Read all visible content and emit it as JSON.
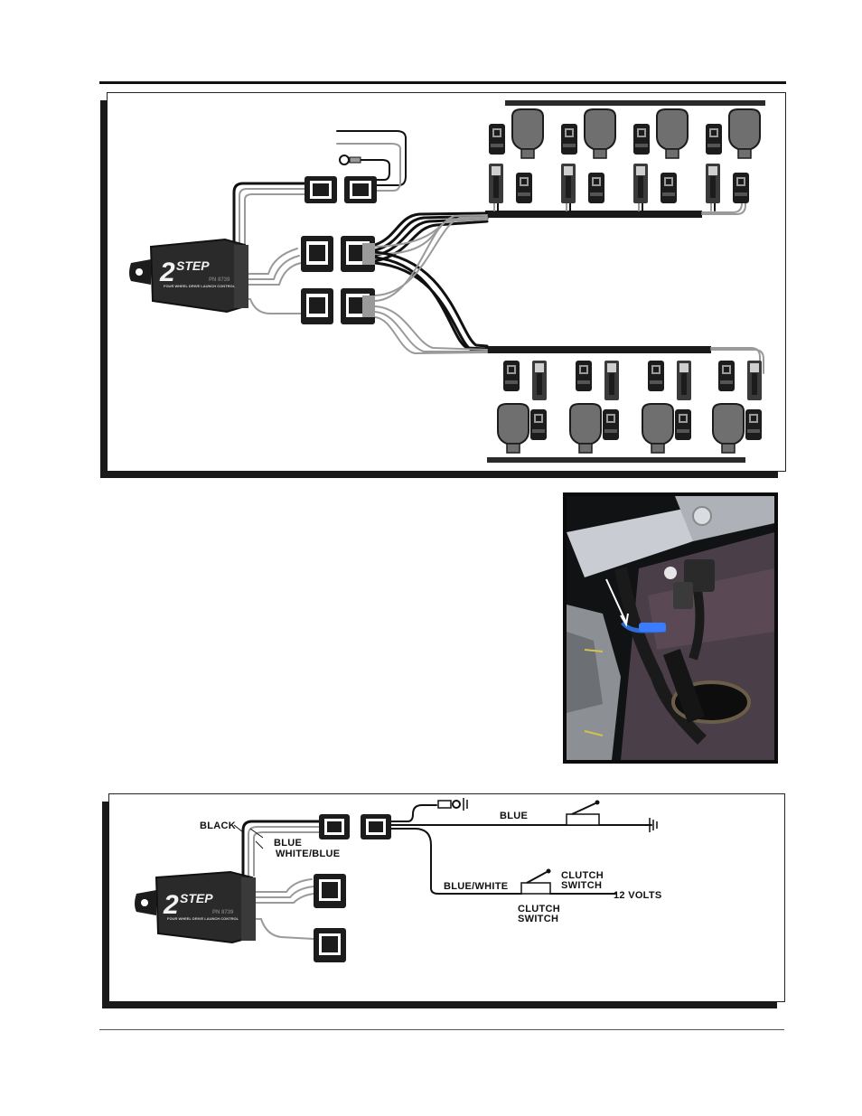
{
  "diagram_top": {
    "module": {
      "logo_digit": "2",
      "logo_word": "STEP",
      "subtitle": "FOUR WHEEL DRIVE LAUNCH CONTROL",
      "part_number": "PN 8739"
    }
  },
  "diagram_bottom": {
    "module": {
      "logo_digit": "2",
      "logo_word": "STEP",
      "subtitle": "FOUR WHEEL DRIVE LAUNCH CONTROL",
      "part_number": "PN 8739"
    },
    "labels": {
      "black": "BLACK",
      "blue_left": "BLUE",
      "white_blue": "WHITE/BLUE",
      "blue_top": "BLUE",
      "blue_white": "BLUE/WHITE",
      "clutch_switch_upper_1": "CLUTCH",
      "clutch_switch_upper_2": "SWITCH",
      "clutch_switch_lower_1": "CLUTCH",
      "clutch_switch_lower_2": "SWITCH",
      "twelve_volts": "12 VOLTS"
    }
  },
  "colors": {
    "ink": "#111111",
    "wire_gray": "#9a9a9a",
    "module_dark": "#2a2a2a",
    "connector_dark": "#1c1c1c",
    "coil_gray": "#6f6f6f"
  }
}
